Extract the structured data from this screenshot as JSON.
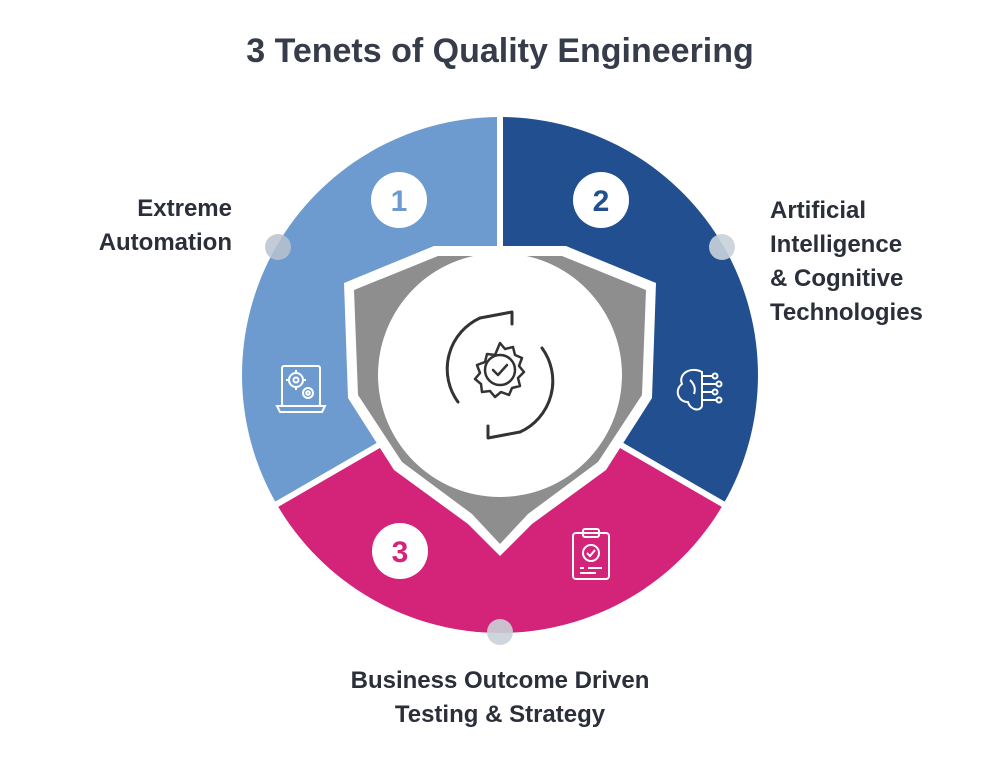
{
  "title": "3 Tenets of Quality Engineering",
  "tenets": [
    {
      "number": "1",
      "label_lines": [
        "Extreme",
        "Automation"
      ],
      "icon": "laptop-gears-icon",
      "color": "#6d9bd0"
    },
    {
      "number": "2",
      "label_lines": [
        "Artificial",
        "Intelligence",
        "& Cognitive",
        "Technologies"
      ],
      "icon": "ai-brain-circuit-icon",
      "color": "#224f8f"
    },
    {
      "number": "3",
      "label_lines": [
        "Business Outcome Driven",
        "Testing & Strategy"
      ],
      "icon": "clipboard-check-icon",
      "color": "#d3247a"
    }
  ],
  "center_icon": "gear-cycle-check-icon",
  "colors": {
    "hub_ring": "#8e8e8e",
    "dot": "#c9d1d9",
    "title": "#363c4a"
  }
}
